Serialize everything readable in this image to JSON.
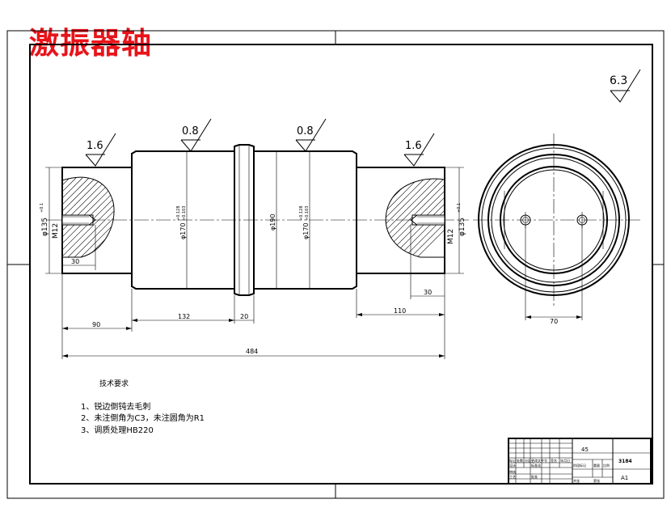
{
  "title": "激振器轴",
  "colors": {
    "title": "#e8141a",
    "line": "#000000",
    "background": "#ffffff"
  },
  "roughness": {
    "overall": "6.3",
    "left_end": "1.6",
    "left_body": "0.8",
    "right_body": "0.8",
    "right_end": "1.6"
  },
  "diameters": {
    "end_left": "φ135",
    "end_right": "φ135",
    "end_tol": "+0.1",
    "body_left": "φ170",
    "body_right": "φ170",
    "body_tol_upper": "+0.128",
    "body_tol_lower": "+0.103",
    "collar": "φ190"
  },
  "threads": {
    "left": "M12",
    "right": "M12"
  },
  "dimensions": {
    "left_hole_depth": "30",
    "right_hole_depth": "30",
    "left_end_length": "90",
    "body_length": "132",
    "collar_width": "20",
    "right_end_length": "110",
    "total_length": "484",
    "hole_spacing": "70"
  },
  "notes": {
    "heading": "技术要求",
    "items": [
      "1、锐边倒钝去毛刺",
      "2、未注倒角为C3，未注圆角为R1",
      "3、调质处理HB220"
    ]
  },
  "title_block": {
    "scale_cell": "45",
    "drawing_code": "3184",
    "sheet": "A1",
    "labels": [
      "标记",
      "处数",
      "分区",
      "更改文件号",
      "签名",
      "年月日",
      "设计",
      "标准化",
      "阶段标记",
      "重量",
      "比例",
      "审核",
      "工艺",
      "批准",
      "共张",
      "第张"
    ]
  }
}
